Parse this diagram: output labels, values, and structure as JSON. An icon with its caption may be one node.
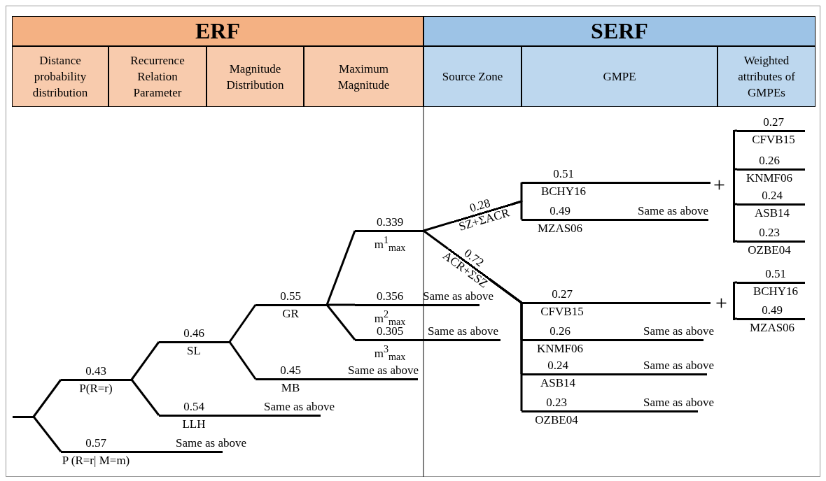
{
  "diagram": {
    "nodes": [
      {
        "text": [
          "ERF"
        ]
      },
      {
        "text": [
          "SERF"
        ]
      },
      {
        "text": [
          "Distance probability distribution"
        ]
      },
      {
        "text": [
          "Recurrence Relation Parameter"
        ]
      },
      {
        "text": [
          "Magnitude Distribution"
        ]
      },
      {
        "text": [
          "Maximum Magnitude"
        ]
      },
      {
        "text": [
          "Source Zone"
        ]
      },
      {
        "text": [
          "GMPE"
        ]
      },
      {
        "text": [
          "Weighted attributes of GMPEs"
        ]
      },
      {
        "text": [],
        "shape": "bar"
      },
      {
        "text": [
          "0.43",
          "P(R=r)"
        ]
      },
      {
        "text": [
          "0.57",
          "P (R=r| M=m)",
          "Same as above"
        ]
      },
      {
        "text": [
          "0.46",
          "SL"
        ]
      },
      {
        "text": [
          "0.54",
          "LLH",
          "Same as above"
        ]
      },
      {
        "text": [
          "0.55",
          "GR"
        ]
      },
      {
        "text": [
          "0.45",
          "MB",
          "Same as above"
        ]
      },
      {
        "text": [
          "0.339",
          "m$^{1}$$_{max}$"
        ]
      },
      {
        "text": [
          "0.356",
          "m$^{2}$$_{max}$",
          "Same as above"
        ]
      },
      {
        "text": [
          "0.305",
          "m$^{3}$$_{max}$",
          "Same as above"
        ]
      },
      {
        "text": [
          "0.28",
          "SZ+ΣACR"
        ]
      },
      {
        "text": [
          "0.72",
          "ACR+ΣSZ"
        ]
      },
      {
        "text": [
          "0.51",
          "BCHY16"
        ]
      },
      {
        "text": [
          "0.49",
          "MZAS06",
          "Same as above"
        ]
      },
      {
        "text": [
          "0.27",
          "CFVB15"
        ]
      },
      {
        "text": [
          "0.26",
          "KNMF06",
          "Same as above"
        ]
      },
      {
        "text": [
          "0.24",
          "ASB14",
          "Same as above"
        ]
      },
      {
        "text": [
          "0.23",
          "OZBE04",
          "Same as above"
        ]
      },
      {
        "text": [],
        "shape": "bar"
      },
      {
        "text": [
          "0.27",
          "CFVB15"
        ]
      },
      {
        "text": [
          "0.26",
          "KNMF06"
        ]
      },
      {
        "text": [
          "0.24",
          "ASB14"
        ]
      },
      {
        "text": [
          "0.23",
          "OZBE04"
        ]
      },
      {
        "text": [],
        "shape": "bar"
      },
      {
        "text": [
          "0.51",
          "BCHY16"
        ]
      },
      {
        "text": [
          "0.49",
          "MZAS06"
        ]
      }
    ],
    "edges": [
      {
        "from": 9,
        "to": 10,
        "arrow": "none"
      },
      {
        "from": 9,
        "to": 11,
        "arrow": "none"
      },
      {
        "from": 10,
        "to": 12,
        "arrow": "none"
      },
      {
        "from": 10,
        "to": 13,
        "arrow": "none"
      },
      {
        "from": 12,
        "to": 14,
        "arrow": "none"
      },
      {
        "from": 12,
        "to": 15,
        "arrow": "none"
      },
      {
        "from": 14,
        "to": 16,
        "arrow": "none"
      },
      {
        "from": 14,
        "to": 17,
        "arrow": "none"
      },
      {
        "from": 14,
        "to": 18,
        "arrow": "none"
      },
      {
        "from": 16,
        "to": 19,
        "arrow": "none"
      },
      {
        "from": 16,
        "to": 20,
        "arrow": "none"
      },
      {
        "from": 19,
        "to": 21,
        "arrow": "none"
      },
      {
        "from": 19,
        "to": 22,
        "arrow": "none"
      },
      {
        "from": 20,
        "to": 23,
        "arrow": "none"
      },
      {
        "from": 20,
        "to": 24,
        "arrow": "none"
      },
      {
        "from": 20,
        "to": 25,
        "arrow": "none"
      },
      {
        "from": 20,
        "to": 26,
        "arrow": "none"
      },
      {
        "from": 27,
        "to": 28,
        "arrow": "none"
      },
      {
        "from": 27,
        "to": 29,
        "arrow": "none"
      },
      {
        "from": 27,
        "to": 30,
        "arrow": "none"
      },
      {
        "from": 27,
        "to": 31,
        "arrow": "none"
      },
      {
        "from": 32,
        "to": 33,
        "arrow": "none"
      },
      {
        "from": 32,
        "to": 34,
        "arrow": "none"
      }
    ],
    "labels": [
      "+",
      "+"
    ]
  }
}
